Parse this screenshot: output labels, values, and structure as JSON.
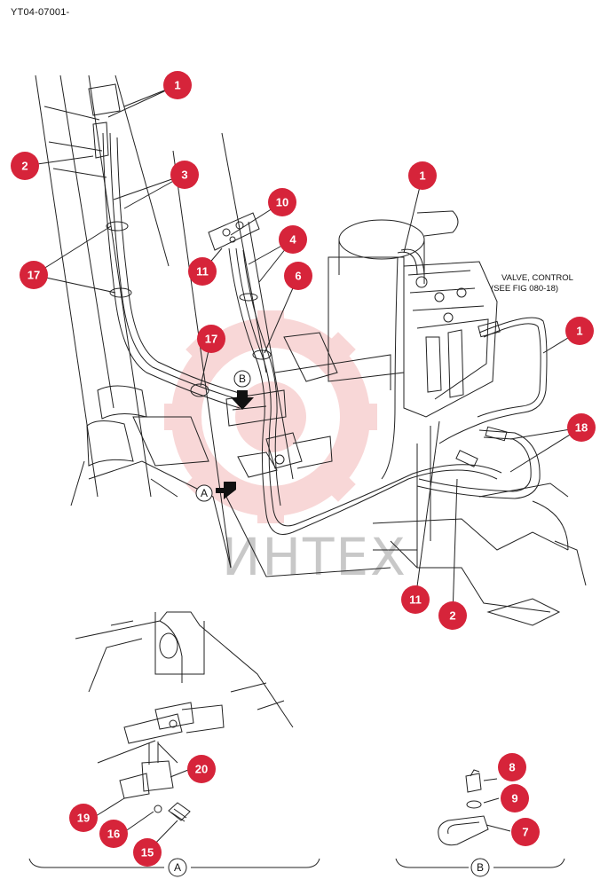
{
  "header": {
    "code": "YT04-07001-"
  },
  "note": {
    "line1": "VALVE, CONTROL",
    "line2": "(SEE FIG 080-18)"
  },
  "watermark": {
    "text": "ИНТЕХ",
    "color": "#f0a8a8"
  },
  "views": {
    "a": "A",
    "b": "B",
    "detail_a": "A",
    "detail_b": "B"
  },
  "callouts": {
    "c1a": "1",
    "c2a": "2",
    "c3": "3",
    "c17a": "17",
    "c10": "10",
    "c4": "4",
    "c11a": "11",
    "c6": "6",
    "c17b": "17",
    "c1b": "1",
    "c1c": "1",
    "c18": "18",
    "c11b": "11",
    "c2b": "2",
    "c20": "20",
    "c19": "19",
    "c16": "16",
    "c15": "15",
    "c8": "8",
    "c9": "9",
    "c7": "7"
  },
  "colors": {
    "callout": "#d6243a",
    "line": "#222222"
  }
}
